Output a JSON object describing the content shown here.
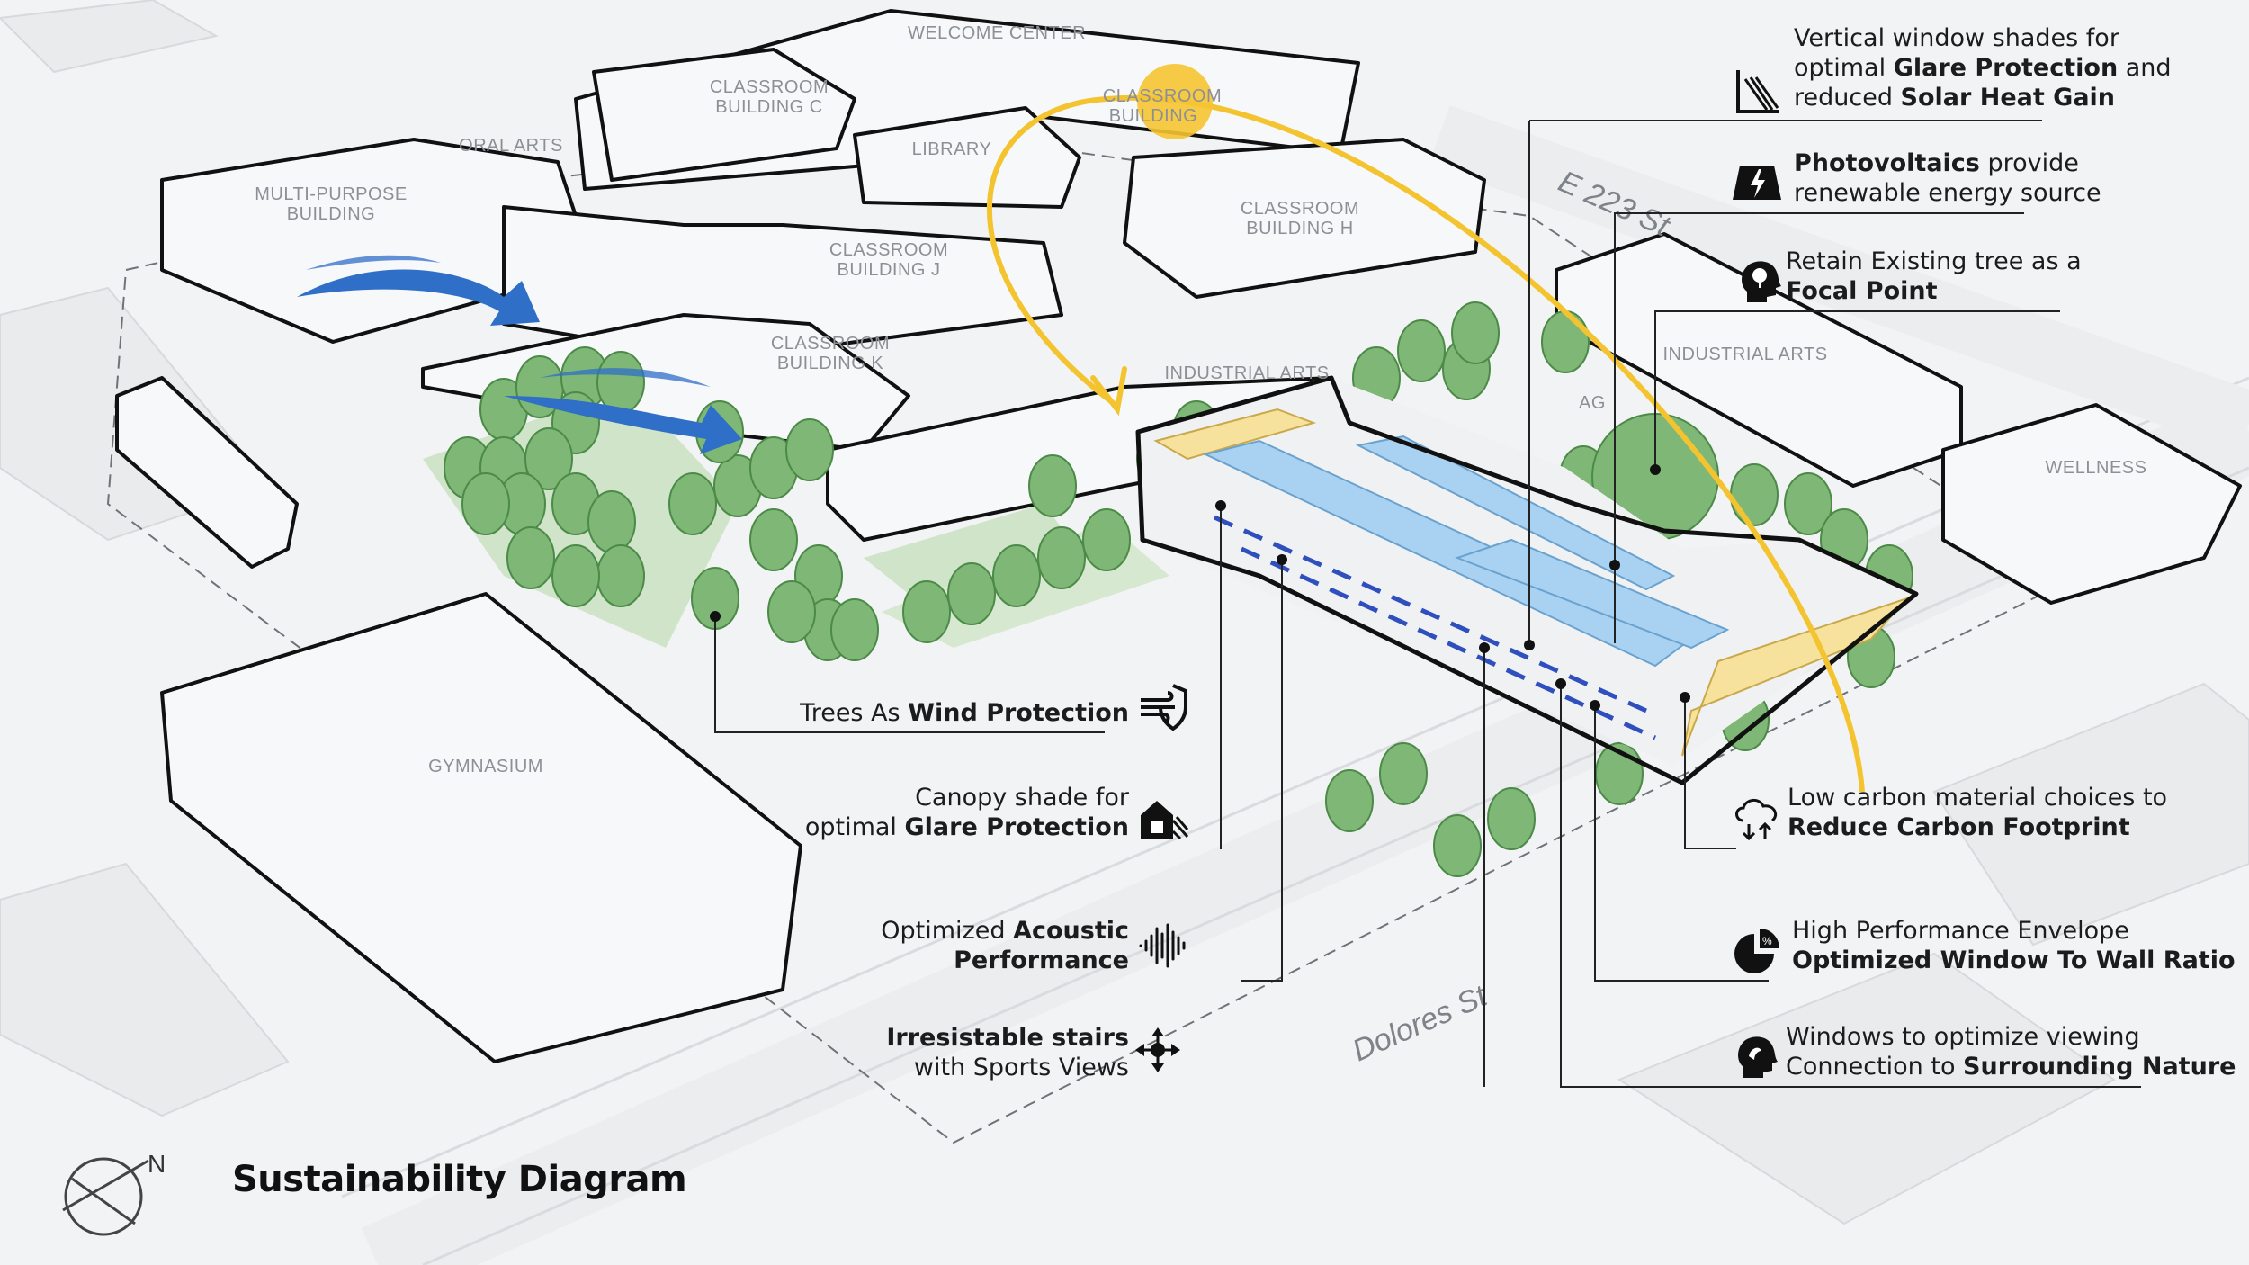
{
  "diagram": {
    "title": "Sustainability Diagram",
    "north_label": "N"
  },
  "map_labels": {
    "welcome_center": "WELCOME CENTER",
    "classroom_c_1": "CLASSROOM",
    "classroom_c_2": "BUILDING C",
    "classroom_h_top_1": "CLASSROOM",
    "classroom_h_top_2": "BUILDING",
    "oral_arts": "ORAL ARTS",
    "library": "LIBRARY",
    "multi_purpose_1": "MULTI-PURPOSE",
    "multi_purpose_2": "BUILDING",
    "classroom_h_1": "CLASSROOM",
    "classroom_h_2": "BUILDING H",
    "classroom_j_1": "CLASSROOM",
    "classroom_j_2": "BUILDING J",
    "classroom_k_1": "CLASSROOM",
    "classroom_k_2": "BUILDING K",
    "industrial_arts_a": "INDUSTRIAL ARTS",
    "industrial_arts_b": "INDUSTRIAL ARTS",
    "ag": "AG",
    "wellness": "WELLNESS",
    "gymnasium": "GYMNASIUM",
    "street_e223": "E 223 St",
    "street_dolores": "Dolores St"
  },
  "callouts": {
    "window_shades": {
      "l1": "Vertical window shades for",
      "l2a": "optimal ",
      "l2b": "Glare Protection",
      "l2c": " and",
      "l3a": "reduced ",
      "l3b": "Solar Heat Gain",
      "icon": "window-shade-icon"
    },
    "photovoltaics": {
      "l1a": "Photovoltaics",
      "l1b": " provide",
      "l2": "renewable energy source",
      "icon": "solar-panel-icon"
    },
    "retain_tree": {
      "l1": "Retain Existing tree as a",
      "l2": "Focal Point",
      "icon": "tree-head-icon"
    },
    "wind": {
      "l1a": "Trees As ",
      "l1b": "Wind Protection",
      "icon": "wind-shield-icon"
    },
    "canopy": {
      "l1": "Canopy shade for",
      "l2a": "optimal ",
      "l2b": "Glare Protection",
      "icon": "canopy-house-icon"
    },
    "acoustic": {
      "l1a": "Optimized ",
      "l1b": "Acoustic",
      "l2": "Performance",
      "icon": "sound-wave-icon"
    },
    "stairs": {
      "l1": "Irresistable stairs",
      "l2": "with Sports Views",
      "icon": "arrows-cross-icon"
    },
    "carbon": {
      "l1": "Low carbon material choices to",
      "l2": "Reduce Carbon Footprint",
      "icon": "cloud-recycle-icon"
    },
    "envelope": {
      "l1": "High Performance Envelope",
      "l2": "Optimized Window To Wall Ratio",
      "icon": "pie-chart-icon"
    },
    "nature": {
      "l1": "Windows to optimize viewing",
      "l2a": "Connection to ",
      "l2b": "Surrounding Nature",
      "icon": "nature-head-icon"
    }
  },
  "colors": {
    "background": "#f2f3f4",
    "building_outline": "#111111",
    "sun_path": "#f4c430",
    "sun": "#f5c431",
    "wind_arrow": "#2f6fc7",
    "trees": "#6fae69",
    "photovoltaic": "#a9d2f2",
    "canopy": "#f6e29c"
  }
}
